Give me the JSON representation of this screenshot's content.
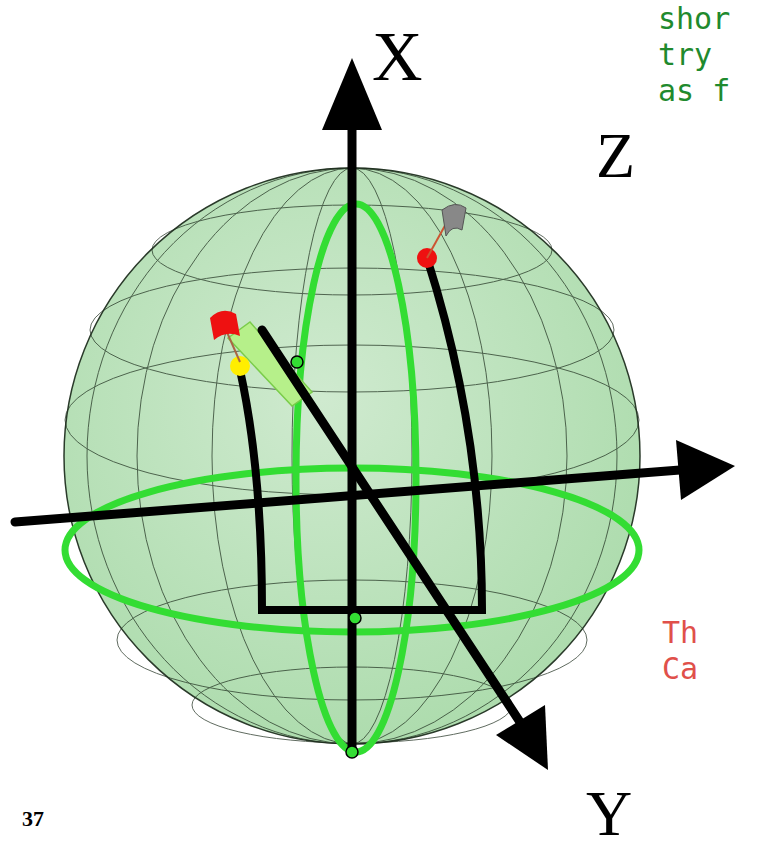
{
  "diagram": {
    "labels": [
      "X",
      "Z",
      "Y",
      "shor",
      "try",
      "as f",
      "Th",
      "Ca",
      "37"
    ]
  }
}
